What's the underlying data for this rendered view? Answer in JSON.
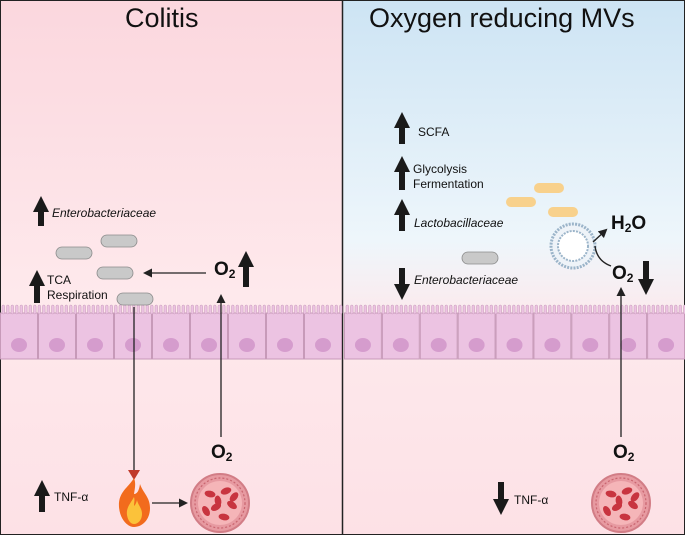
{
  "panels": {
    "left": {
      "title": "Colitis",
      "enterobacteriaceae": "Enterobacteriaceae",
      "tca": "TCA",
      "respiration": "Respiration",
      "oxygen_symbol": "O",
      "oxygen_subscript": "2",
      "tnf": "TNF-α"
    },
    "right": {
      "title": "Oxygen reducing MVs",
      "scfa": "SCFA",
      "glycolysis": "Glycolysis",
      "fermentation": "Fermentation",
      "lactobacillaceae": "Lactobacillaceae",
      "enterobacteriaceae": "Enterobacteriaceae",
      "water_h": "H",
      "water_sub": "2",
      "water_o": "O",
      "oxygen_symbol": "O",
      "oxygen_subscript": "2",
      "tnf": "TNF-α"
    }
  },
  "colors": {
    "colitis_bg": "#fde4e8",
    "mv_bg": "#dcecf7",
    "epithelium": "#ecc3e2",
    "nucleus": "#d59ccd",
    "bacteria": "#c9c9c9",
    "lactobacilli": "#f8d18c",
    "blood_cell": "#f5b5b8",
    "rbc": "#c8343f"
  },
  "icons": [
    "up-arrow-icon",
    "down-arrow-icon",
    "bacterium-icon",
    "flame-icon",
    "blood-vessel-icon",
    "microvesicle-icon"
  ]
}
